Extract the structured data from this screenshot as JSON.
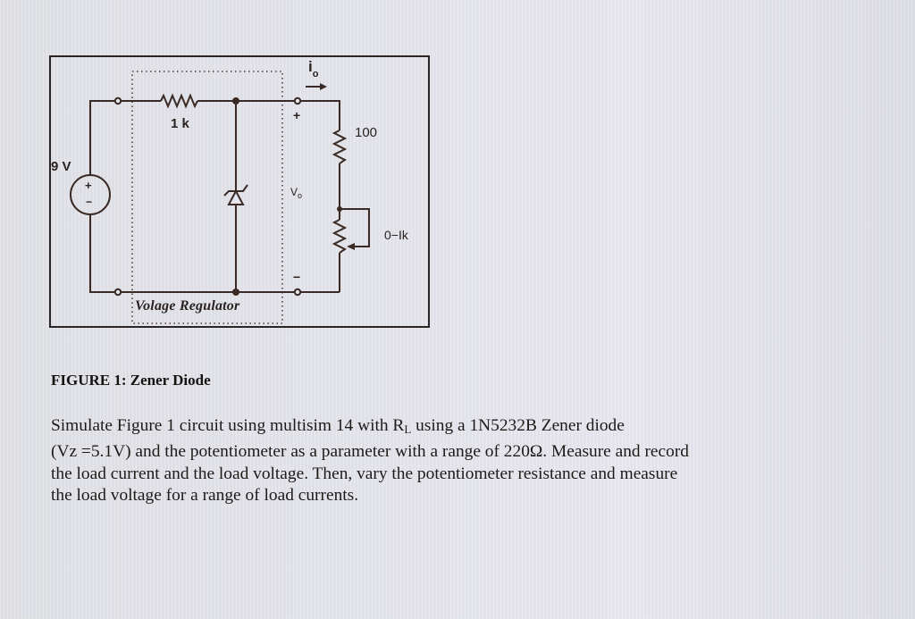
{
  "figure": {
    "source_label": "9 V",
    "source_plus": "+",
    "source_minus": "−",
    "series_resistor_label": "1 k",
    "output_current_label": "i",
    "output_current_sub": "o",
    "output_plus": "+",
    "output_minus": "−",
    "output_voltage_label": "V",
    "output_voltage_sub": "o",
    "load_resistor_label": "100",
    "potentiometer_label": "0−Ik",
    "regulator_box_label": "Volage Regulator"
  },
  "caption": {
    "prefix": "FIGURE 1:",
    "title": "Zener Diode"
  },
  "paragraph": {
    "line1_a": "Simulate Figure 1 circuit using multisim 14 with R",
    "line1_sub": "L",
    "line1_b": " using a 1N5232B Zener diode",
    "line2": "(Vz =5.1V) and the potentiometer as a parameter with a range of 220Ω. Measure and record",
    "line3": "the load current and the load voltage. Then, vary the potentiometer resistance and measure",
    "line4": "the load voltage for a range of load currents."
  },
  "colors": {
    "wire": "#3a2a26",
    "box": "#2b2422",
    "dotted": "#4a3e3a",
    "background": "#e2e3ea"
  }
}
